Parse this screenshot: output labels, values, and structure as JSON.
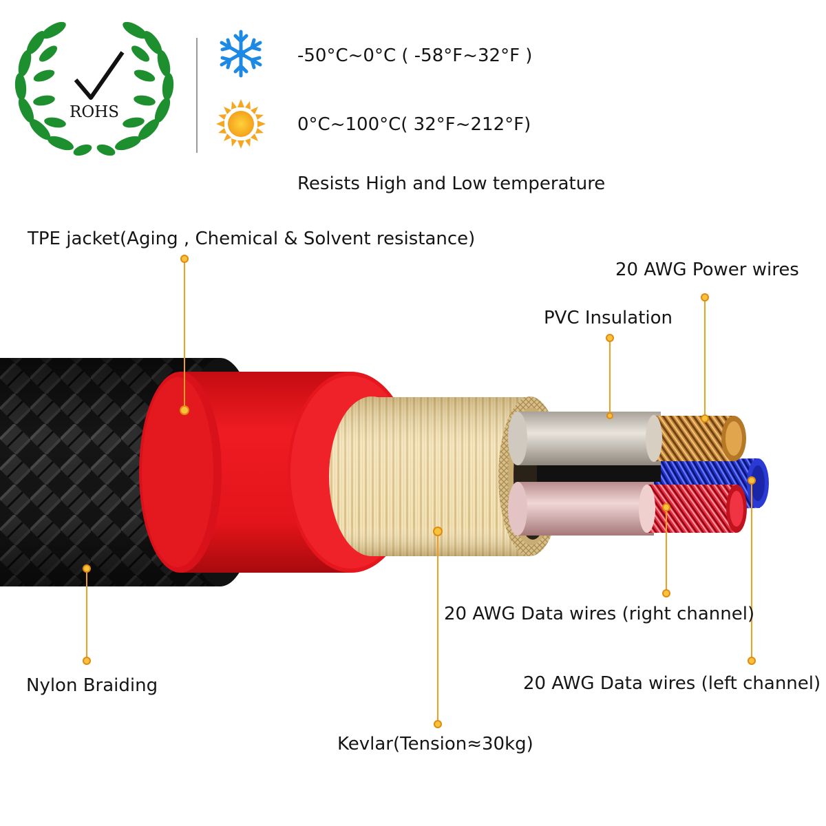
{
  "certification": {
    "badge_text": "ROHS"
  },
  "temperatures": [
    {
      "icon": "snowflake-icon",
      "text": "-50°C~0°C ( -58°F~32°F )",
      "color": "#1e88e5"
    },
    {
      "icon": "sun-icon",
      "text": "0°C~100°C( 32°F~212°F)",
      "color": "#f5a623"
    }
  ],
  "temperature_note": "Resists High and Low temperature",
  "layers": {
    "tpe_jacket": "TPE jacket(Aging , Chemical & Solvent resistance)",
    "power_wires": "20 AWG Power wires",
    "pvc_insulation": "PVC Insulation",
    "nylon_braiding": "Nylon Braiding",
    "kevlar": "Kevlar(Tension≈30kg)",
    "data_right": "20 AWG Data wires (right channel)",
    "data_left": "20 AWG Data wires (left channel)"
  },
  "colors": {
    "leader": "#f0a020",
    "jacket_red": "#e8141b",
    "braid": "#1a1a1a",
    "kevlar": "#f1dfb0",
    "laurel": "#1e8f2e"
  }
}
